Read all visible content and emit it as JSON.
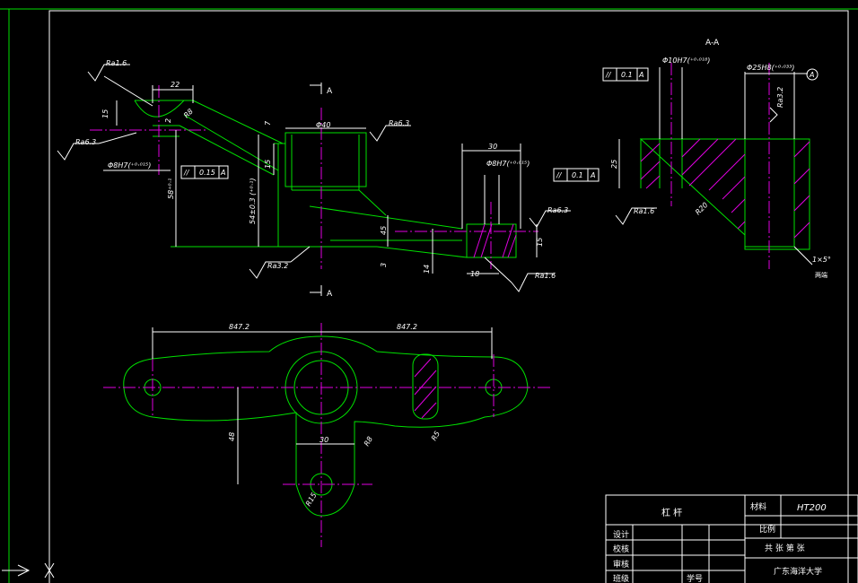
{
  "section_label": "A-A",
  "section_marks": [
    "A",
    "A"
  ],
  "roughness": {
    "ra16_a": "Ra1.6",
    "ra63_a": "Ra6.3",
    "ra63_b": "Ra6.3",
    "ra32_a": "Ra3.2",
    "ra63_c": "Ra6.3",
    "ra16_b": "Ra1.6",
    "ra16_c": "Ra1.6",
    "ra32_b": "Ra3.2"
  },
  "dims_front": {
    "d22": "22",
    "d15a": "15",
    "d2": "2",
    "dR8": "R8",
    "hole8": "Φ8H7(⁺⁰·⁰¹⁵)",
    "d58": "58⁺⁰·¹",
    "d54": "54±0.3 (⁺⁰·¹)",
    "d40": "Φ40",
    "d7": "7",
    "d15b": "15",
    "d30": "30",
    "hole8b": "Φ8H7(⁺⁰·⁰¹⁵)",
    "d45": "45",
    "d3": "3",
    "d15c": "15",
    "d14": "14",
    "d18": "18"
  },
  "tolerances": {
    "tol1_sym": "//",
    "tol1_val": "0.15",
    "tol1_ref": "A",
    "tol2_sym": "//",
    "tol2_val": "0.1",
    "tol2_ref": "A",
    "tol3_sym": "//",
    "tol3_val": "0.1",
    "tol3_ref": "A"
  },
  "dims_section": {
    "hole10": "Φ10H7(⁺⁰·⁰¹⁸)",
    "hole25": "Φ25H8(⁺⁰·⁰³³)",
    "datum": "A",
    "d25": "25",
    "dR20": "R20",
    "chamfer": "1×5°",
    "both_ends": "两端"
  },
  "dims_top": {
    "d847a": "847.2",
    "d847b": "847.2",
    "d48": "48",
    "d30": "30",
    "dR8": "R8",
    "dR5": "R5",
    "dR15": "R15"
  },
  "title_block": {
    "part_name": "杠    杆",
    "material_label": "材料",
    "material_value": "HT200",
    "scale_label": "比例",
    "sheet_info": "共  张  第  张",
    "designer_label": "设计",
    "checker_label": "校核",
    "reviewer_label": "审核",
    "class_label": "班级",
    "student_no_label": "学号",
    "school": "广东海洋大学"
  }
}
